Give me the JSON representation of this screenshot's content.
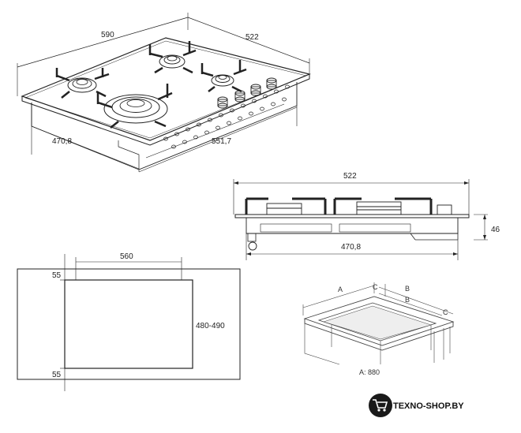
{
  "isometric_view": {
    "dim_width": "590",
    "dim_depth": "522",
    "dim_cutout_depth": "470,8",
    "dim_cutout_width": "551,7"
  },
  "side_view": {
    "dim_width": "522",
    "dim_height": "46",
    "dim_inner": "470,8"
  },
  "cutout_plan": {
    "dim_width": "560",
    "dim_depth": "480-490",
    "dim_margin_top": "55",
    "dim_margin_bottom": "55"
  },
  "installation_view": {
    "label_a": "A",
    "label_b1": "B",
    "label_b2": "B",
    "label_c1": "C",
    "label_c2": "C",
    "note": "A: 880"
  },
  "brand": {
    "name": "TEXNO-SHOP.BY"
  },
  "colors": {
    "line": "#222222",
    "logo_circle": "#1a1a1a",
    "logo_icon": "#ffffff"
  }
}
